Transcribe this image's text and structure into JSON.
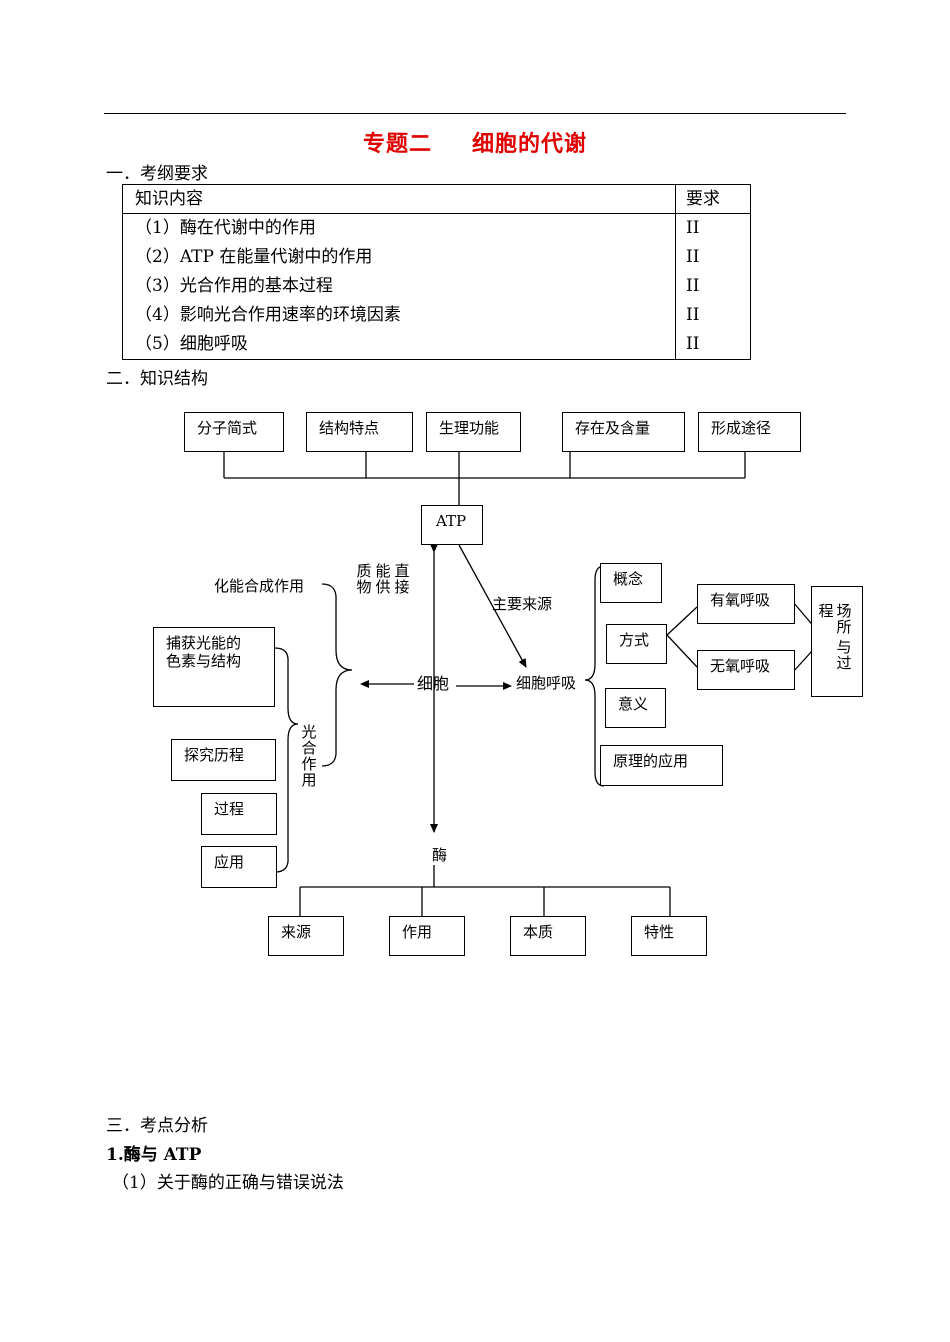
{
  "title": {
    "part1": "专题二",
    "part2": "细胞的代谢"
  },
  "section1": {
    "heading": "一．考纲要求"
  },
  "table": {
    "header": {
      "col1": "知识内容",
      "col2": "要求"
    },
    "rows": [
      {
        "content": "（1）酶在代谢中的作用",
        "level": "II"
      },
      {
        "content": "（2）ATP 在能量代谢中的作用",
        "level": "II"
      },
      {
        "content": "（3）光合作用的基本过程",
        "level": "II"
      },
      {
        "content": "（4）影响光合作用速率的环境因素",
        "level": "II"
      },
      {
        "content": "（5）细胞呼吸",
        "level": "II"
      }
    ]
  },
  "section2": {
    "heading": "二．知识结构"
  },
  "diagram": {
    "atp_props": [
      "分子简式",
      "结构特点",
      "生理功能",
      "存在及含量",
      "形成途径"
    ],
    "atp": "ATP",
    "cell": "细胞",
    "enzyme": "酶",
    "enzyme_props": [
      "来源",
      "作用",
      "本质",
      "特性"
    ],
    "chemosynthesis": "化能合成作用",
    "direct_energy": [
      "直接",
      "能供",
      "质物"
    ],
    "main_source": "主要来源",
    "photosynthesis_label": "光合作用",
    "photo_items": [
      "捕获光能的色素与结构",
      "探究历程",
      "过程",
      "应用"
    ],
    "photo_item0_lines": [
      "捕获光能的",
      "色素与结构"
    ],
    "respiration": "细胞呼吸",
    "resp_items": [
      "概念",
      "方式",
      "意义",
      "原理的应用"
    ],
    "resp_types": [
      "有氧呼吸",
      "无氧呼吸"
    ],
    "site_process": [
      "场所",
      "与过",
      "程"
    ]
  },
  "section3": {
    "heading": "三．考点分析"
  },
  "topic1": {
    "heading": "1.酶与 ATP"
  },
  "topic1_sub": {
    "text": "（1）关于酶的正确与错误说法"
  }
}
